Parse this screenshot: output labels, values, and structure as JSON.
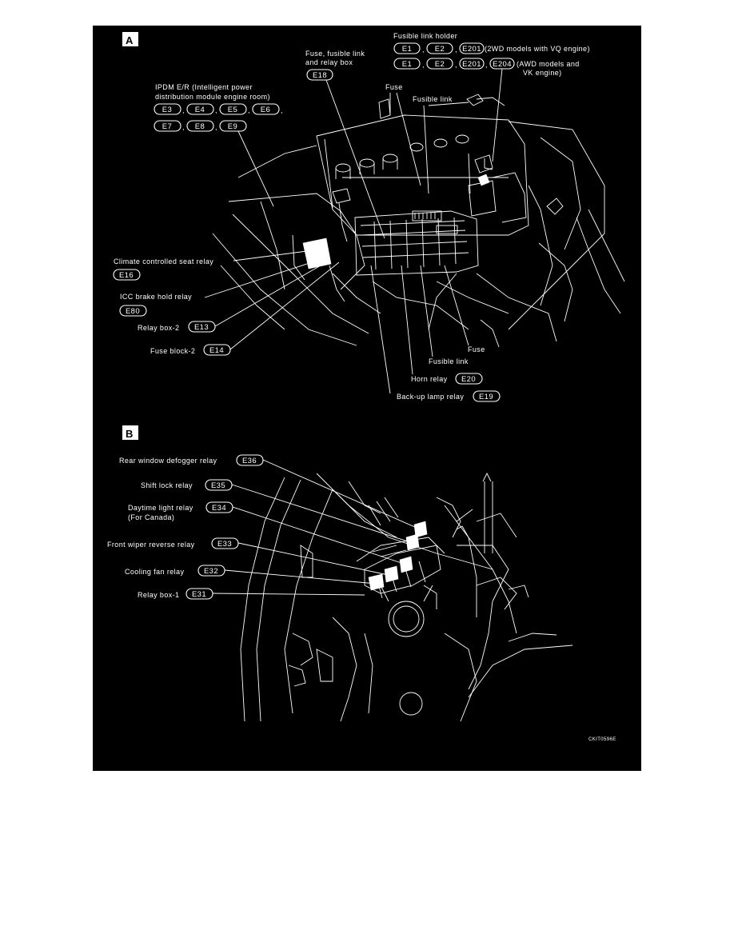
{
  "panel_a": {
    "badge": "A",
    "fusible_link_holder": {
      "title": "Fusible link holder",
      "row1_codes": [
        "E1",
        "E2",
        "E201"
      ],
      "row1_note": "(2WD models with VQ engine)",
      "row2_codes": [
        "E1",
        "E2",
        "E201",
        "E204"
      ],
      "row2_note_1": "(AWD models and",
      "row2_note_2": "VK engine)"
    },
    "fuse_relay_box": {
      "line1": "Fuse, fusible link",
      "line2": "and relay box",
      "code": "E18"
    },
    "label_fuse_top": "Fuse",
    "label_fusible_link_top": "Fusible link",
    "ipdm": {
      "line1": "IPDM E/R (Intelligent power",
      "line2": "distribution module engine room)",
      "codes_row1": [
        "E3",
        "E4",
        "E5",
        "E6"
      ],
      "codes_row2": [
        "E7",
        "E8",
        "E9"
      ]
    },
    "climate_seat_relay": {
      "label": "Climate controlled seat relay",
      "code": "E16"
    },
    "icc_brake_relay": {
      "label": "ICC brake hold relay",
      "code": "E80"
    },
    "relay_box_2": {
      "label": "Relay box-2",
      "code": "E13"
    },
    "fuse_block_2": {
      "label": "Fuse block-2",
      "code": "E14"
    },
    "label_fuse_bottom": "Fuse",
    "label_fusible_link_bottom": "Fusible link",
    "horn_relay": {
      "label": "Horn relay",
      "code": "E20"
    },
    "backup_lamp_relay": {
      "label": "Back-up lamp relay",
      "code": "E19"
    }
  },
  "panel_b": {
    "badge": "B",
    "rear_defogger_relay": {
      "label": "Rear window defogger relay",
      "code": "E36"
    },
    "shift_lock_relay": {
      "label": "Shift lock relay",
      "code": "E35"
    },
    "daytime_light_relay": {
      "label": "Daytime light relay",
      "sub": "(For Canada)",
      "code": "E34"
    },
    "front_wiper_reverse_relay": {
      "label": "Front wiper reverse relay",
      "code": "E33"
    },
    "cooling_fan_relay": {
      "label": "Cooling fan relay",
      "code": "E32"
    },
    "relay_box_1": {
      "label": "Relay box-1",
      "code": "E31"
    }
  },
  "figure_code": "CKIT0596E",
  "colors": {
    "background": "#000000",
    "ink": "#ffffff",
    "page": "#ffffff"
  }
}
